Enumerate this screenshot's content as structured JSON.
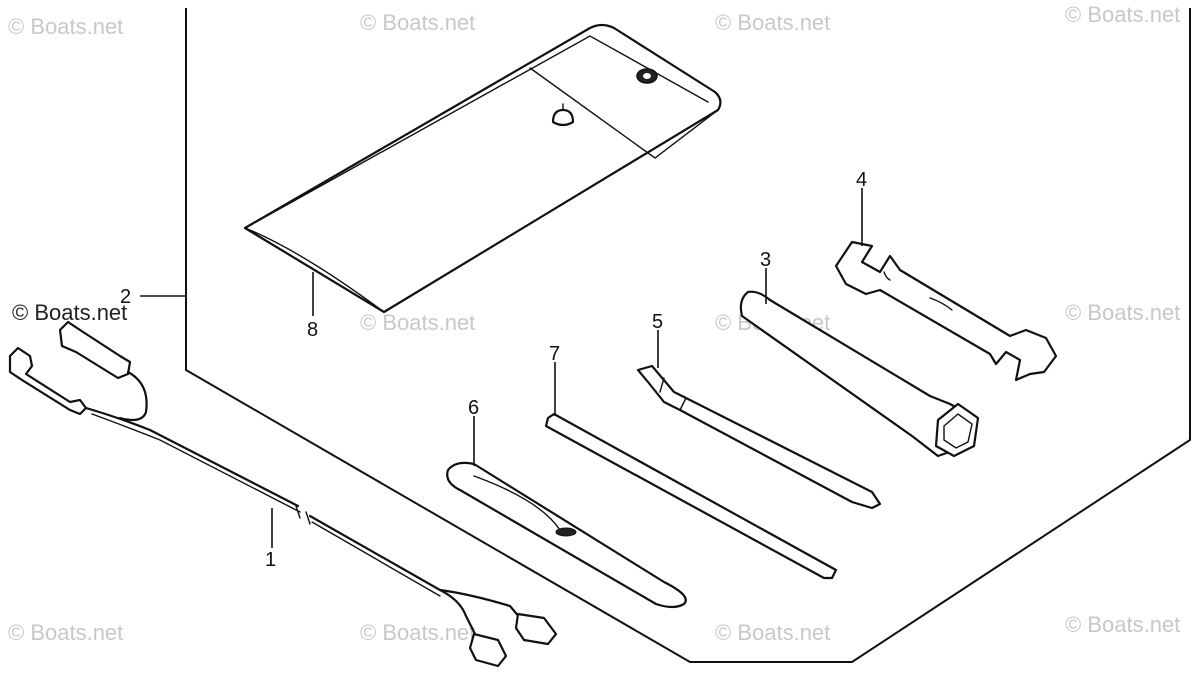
{
  "watermark": {
    "text": "© Boats.net",
    "color": "#c8c8c8"
  },
  "copyright_label": "© Boats.net",
  "callouts": {
    "cable": "1",
    "tool_kit": "2",
    "wrench_3": "3",
    "wrench_4": "4",
    "screwdriver": "5",
    "tire_lever": "6",
    "bar": "7",
    "tool_bag": "8"
  }
}
